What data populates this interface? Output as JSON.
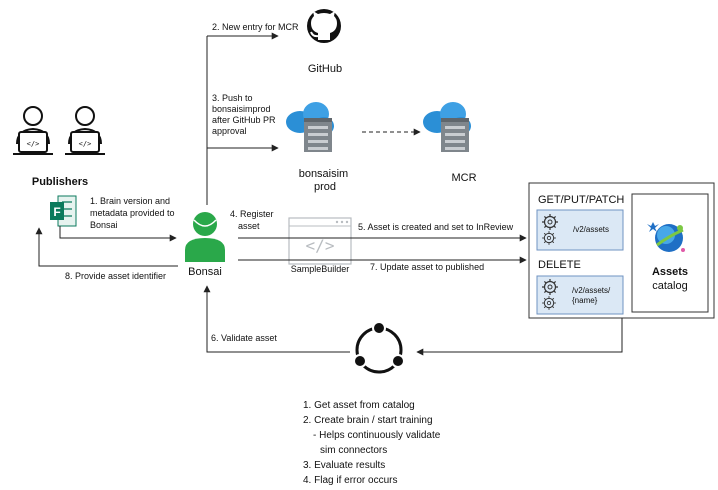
{
  "actors": {
    "publishers": "Publishers",
    "bonsai": "Bonsai",
    "github": "GitHub",
    "bonsaisimprod_line1": "bonsaisim",
    "bonsaisimprod_line2": "prod",
    "mcr": "MCR",
    "samplebuilder": "SampleBuilder"
  },
  "steps": {
    "s1": [
      "1. Brain version and",
      "metadata provided to",
      "Bonsai"
    ],
    "s2": "2. New entry for MCR",
    "s3": [
      "3. Push to",
      "bonsaisimprod",
      "after GitHub PR",
      "approval"
    ],
    "s4": [
      "4. Register",
      "asset"
    ],
    "s5": "5. Asset is created and set to InReview",
    "s6": "6. Validate asset",
    "s7": "7. Update asset to published",
    "s8": "8. Provide asset identifier"
  },
  "catalog": {
    "group1_title": "GET/PUT/PATCH",
    "group1_endpoint": "/v2/assets",
    "group2_title": "DELETE",
    "group2_endpoint_line1": "/v2/assets/",
    "group2_endpoint_line2": "{name}",
    "title": "Assets",
    "subtitle": "catalog"
  },
  "validation_steps": [
    "1. Get asset from catalog",
    "2. Create brain / start training",
    "   - Helps continuously validate",
    "     sim connectors",
    "3. Evaluate results",
    "4. Flag if error occurs"
  ],
  "colors": {
    "bonsai_green": "#2aa84a",
    "forms_green": "#0b7a5c",
    "cloud_blue": "#2b8fd6",
    "endpoint_fill": "#dbe8f5",
    "endpoint_border": "#6f93c2"
  }
}
